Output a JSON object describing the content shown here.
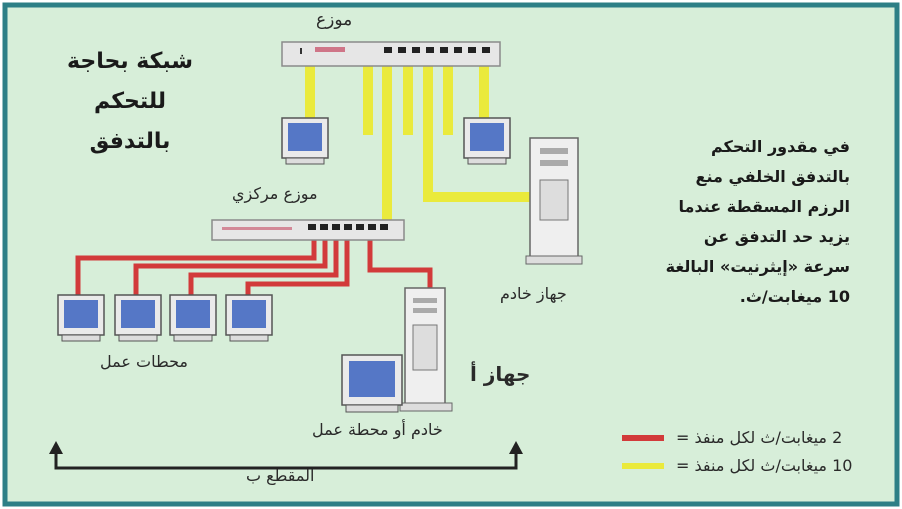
{
  "title": "شبكة بحاجة للتحكم بالتدفق",
  "description": "في مقدور التحكم بالتدفق الخلفي منع الرزم المسقطة عندما يزيد حد التدفق عن سرعة «إيثرنيت» البالغة 10 ميغابت/ث.",
  "labels": {
    "switch": "موزع",
    "central_switch": "موزع مركزي",
    "server": "جهاز خادم",
    "workstations": "محطات عمل",
    "device_a": "جهاز أ",
    "server_or_workstation": "خادم أو محطة عمل",
    "segment_b": "المقطع ب"
  },
  "legend": [
    {
      "text": "2 ميغابت/ث لكل منفذ =",
      "color": "#d23a3a"
    },
    {
      "text": "10 ميغابت/ث لكل منفذ =",
      "color": "#eaea3c"
    }
  ],
  "colors": {
    "background": "#d7eed9",
    "border": "#2d7f86",
    "red_link": "#d23a3a",
    "yellow_link": "#eaea3c"
  }
}
